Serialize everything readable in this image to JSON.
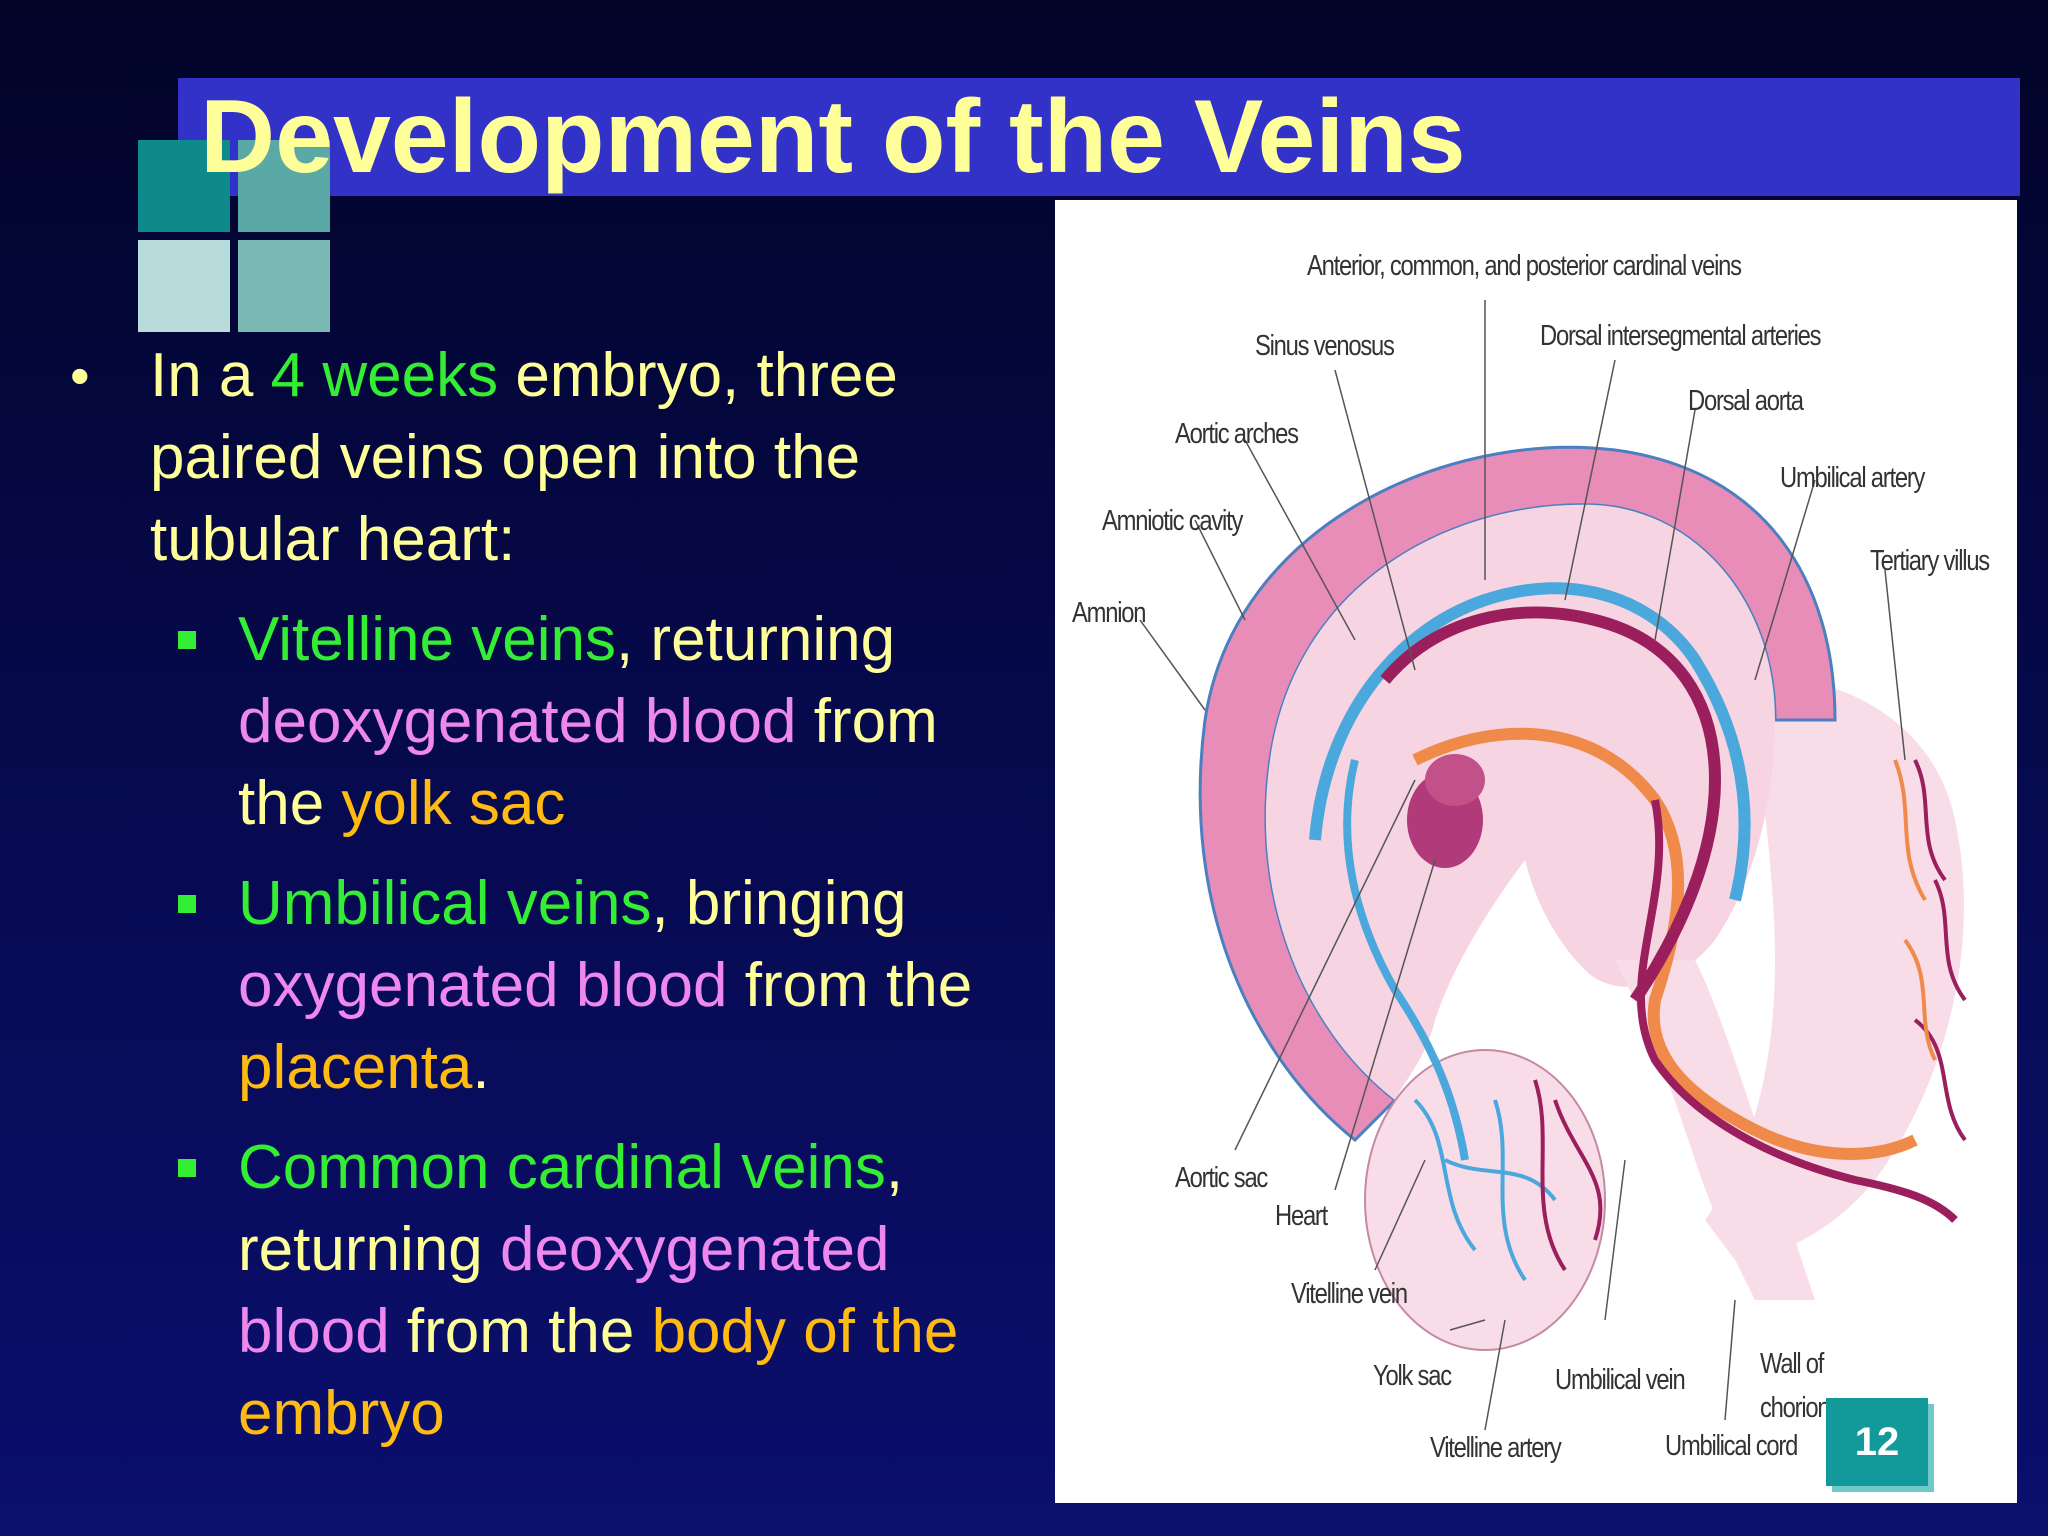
{
  "slide": {
    "title": "Development of the Veins",
    "page_number": "12"
  },
  "bullet": {
    "intro": {
      "t1": "In a ",
      "t2": "4 weeks",
      "t3": " embryo, three",
      "line2": "paired veins open into the",
      "line3": "tubular heart:"
    },
    "items": [
      {
        "name": "Vitelline veins",
        "t1": ", returning",
        "t2": "deoxygenated blood",
        "t3": " from",
        "t4": "the ",
        "t5": "yolk sac"
      },
      {
        "name": "Umbilical veins",
        "t1": ", bringing",
        "t2": "oxygenated blood",
        "t3": " from the",
        "t4": "placenta",
        "t5": "."
      },
      {
        "name": "Common cardinal veins",
        "t1": ",",
        "t2": "returning ",
        "t3": "deoxygenated",
        "t4": "blood",
        "t5": " from the ",
        "t6": "body of the",
        "t7": "embryo"
      }
    ]
  },
  "figure": {
    "labels": {
      "cardinal": "Anterior, common, and posterior cardinal veins",
      "sinus": "Sinus venosus",
      "intersegmental": "Dorsal intersegmental arteries",
      "dorsal_aorta": "Dorsal aorta",
      "aortic_arches": "Aortic arches",
      "umbilical_artery": "Umbilical artery",
      "amniotic_cavity": "Amniotic cavity",
      "tertiary_villus": "Tertiary villus",
      "amnion": "Amnion",
      "aortic_sac": "Aortic sac",
      "heart": "Heart",
      "vitelline_vein": "Vitelline vein",
      "wall_of": "Wall of",
      "chorion": "chorion",
      "yolk_sac": "Yolk sac",
      "umbilical_vein": "Umbilical vein",
      "vitelline_artery": "Vitelline artery",
      "umbilical_cord": "Umbilical cord"
    },
    "colors": {
      "vein_blue": "#4aa8dd",
      "artery_purple": "#9b1f5c",
      "umbilical_orange": "#f08a4b",
      "amnion_pink": "#e88cb8",
      "tissue_pink": "#f8dde8"
    }
  }
}
